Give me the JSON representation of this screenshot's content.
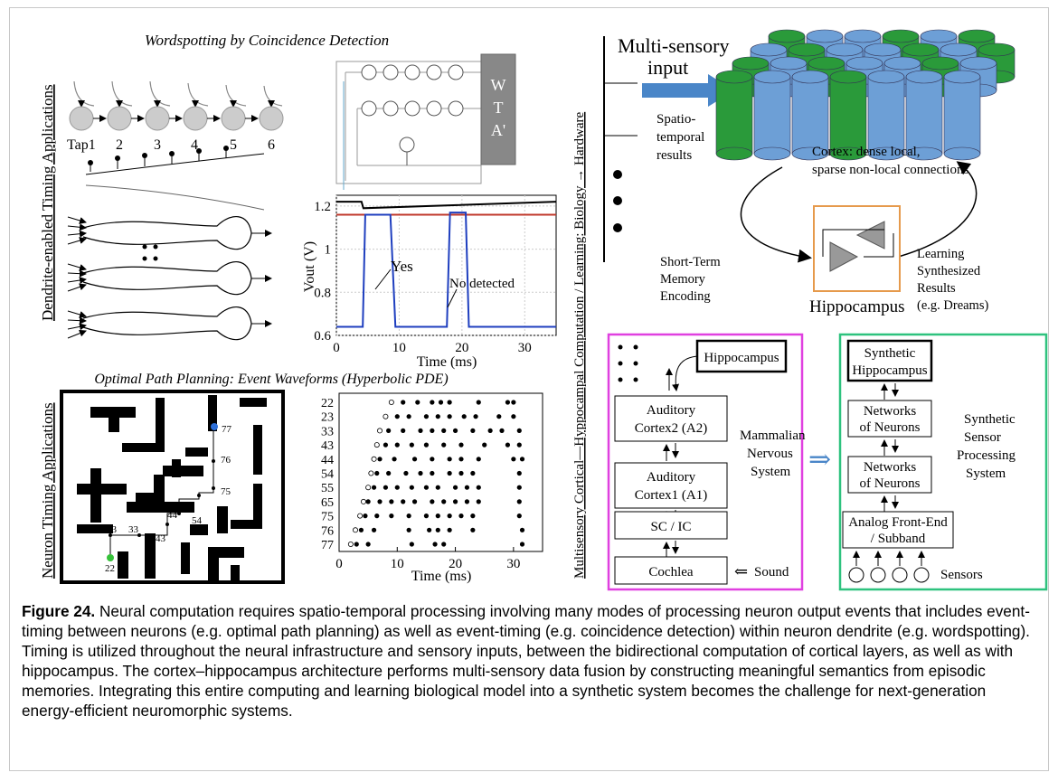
{
  "left": {
    "top_title": "Wordspotting by Coincidence Detection",
    "side_label_top": "Dendrite-enabled Timing Applications",
    "tap_labels": [
      "Tap1",
      "2",
      "3",
      "4",
      "5",
      "6"
    ],
    "wta_labels": [
      "W",
      "T",
      "A'"
    ],
    "bottom_title": "Optimal Path Planning: Event Waveforms (Hyperbolic PDE)",
    "side_label_bottom": "Neuron Timing Applications",
    "maze_labels": [
      "77",
      "76",
      "75",
      "54",
      "44",
      "43",
      "33",
      "23",
      "22"
    ]
  },
  "vout_chart": {
    "type": "line",
    "ylabel": "Vout (V)",
    "xlabel": "Time (ms)",
    "xticks": [
      "0",
      "10",
      "20",
      "30"
    ],
    "yticks": [
      "0.6",
      "0.8",
      "1",
      "1.2"
    ],
    "xlim": [
      0,
      35
    ],
    "ylim": [
      0.6,
      1.25
    ],
    "annotations": [
      "Yes",
      "No detected"
    ],
    "series": [
      {
        "color": "#000000",
        "x": [
          0,
          4,
          4.3,
          35
        ],
        "y": [
          1.22,
          1.22,
          1.19,
          1.22
        ]
      },
      {
        "color": "#c0392b",
        "x": [
          0,
          35
        ],
        "y": [
          1.16,
          1.16
        ]
      },
      {
        "color": "#1f3fbf",
        "x": [
          0,
          4.2,
          4.6,
          8.6,
          9.4,
          17.6,
          18.1,
          20.6,
          21.1,
          35
        ],
        "y": [
          0.64,
          0.64,
          1.16,
          1.16,
          0.64,
          0.64,
          1.17,
          1.17,
          0.64,
          0.64
        ]
      }
    ]
  },
  "raster_chart": {
    "type": "scatter",
    "xlabel": "Time (ms)",
    "xticks": [
      "0",
      "10",
      "20",
      "30"
    ],
    "xlim": [
      0,
      35
    ],
    "rows": [
      "22",
      "23",
      "33",
      "43",
      "44",
      "54",
      "55",
      "65",
      "75",
      "76",
      "77"
    ],
    "first_spikes": [
      9,
      8,
      7,
      6.5,
      6,
      5.5,
      5,
      4.2,
      3.6,
      2.8,
      2
    ],
    "spikes": [
      [
        11,
        13.5,
        16,
        17.5,
        19,
        24,
        29,
        30
      ],
      [
        10,
        12,
        15,
        17,
        19,
        21.5,
        23.5,
        27.5,
        30
      ],
      [
        8.5,
        11,
        14,
        16,
        18,
        20,
        23,
        26,
        28,
        31
      ],
      [
        8,
        10,
        12.5,
        15,
        18,
        21,
        25,
        29,
        31
      ],
      [
        7,
        9.5,
        13,
        16,
        19,
        21,
        24,
        30,
        31.5
      ],
      [
        6.5,
        8.5,
        11.5,
        14,
        16,
        19,
        21,
        23,
        31
      ],
      [
        6,
        8,
        10,
        12.5,
        15,
        17,
        20,
        22,
        24,
        31
      ],
      [
        5,
        7,
        9,
        11,
        13,
        16,
        18,
        20,
        22,
        24,
        31
      ],
      [
        4.5,
        6.5,
        9,
        12,
        15,
        17,
        19,
        21,
        23,
        31
      ],
      [
        3.8,
        6,
        12,
        15.5,
        17,
        19,
        23,
        31.5
      ],
      [
        3,
        5,
        12.5,
        16.5,
        18,
        31.5
      ]
    ]
  },
  "right": {
    "side_label": "Multisensory Cortical—Hyppocampal Computation / Learning: Biology → Hardware",
    "input_label": [
      "Multi-sensory",
      "input"
    ],
    "spatio_label": [
      "Spatio-",
      "temporal",
      "results"
    ],
    "cortex_label": [
      "Cortex: dense local,",
      "sparse non-local connections"
    ],
    "stm_label": [
      "Short-Term",
      "Memory",
      "Encoding"
    ],
    "learn_label": [
      "Learning",
      "Synthesized",
      "Results",
      "(e.g. Dreams)"
    ],
    "hippo_label": "Hippocampus",
    "mammal_boxes": [
      "Hippocampus",
      "Auditory",
      "Cortex2 (A2)",
      "Auditory",
      "Cortex1 (A1)",
      "SC / IC",
      "Cochlea"
    ],
    "mammal_label": [
      "Mammalian",
      "Nervous",
      "System"
    ],
    "sound_label": "Sound",
    "synth_boxes": [
      "Synthetic",
      "Hippocampus",
      "Networks",
      "of Neurons",
      "Networks",
      "of Neurons",
      "Analog Front-End",
      "/ Subband"
    ],
    "synth_label": [
      "Synthetic",
      "Sensor",
      "Processing",
      "System"
    ],
    "sensors_label": "Sensors"
  },
  "caption": {
    "label": "Figure 24.",
    "text": " Neural computation requires spatio-temporal processing involving many modes of processing neuron output events that includes event-timing between neurons (e.g. optimal path planning) as well as event-timing (e.g. coincidence detection) within neuron dendrite (e.g. wordspotting). Timing is utilized throughout the neural infrastructure and sensory inputs, between the bidirectional computation of cortical layers, as well as with hippocampus. The cortex–hippocampus architecture performs multi-sensory data fusion by constructing meaningful semantics from episodic memories. Integrating this entire computing and learning biological model into a synthetic system becomes the challenge for next-generation energy-efficient neuromorphic systems."
  },
  "colors": {
    "magenta": "#e040e0",
    "green": "#2ec27e",
    "orange": "#e69a4c",
    "blue_arrow": "#4a86c8",
    "cyl_blue": "#6d9fd6",
    "cyl_green": "#2a9a3a"
  }
}
